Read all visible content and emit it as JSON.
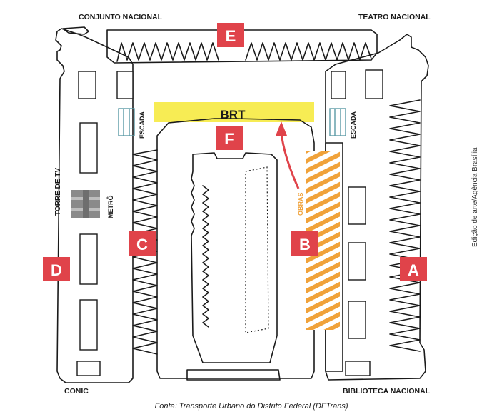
{
  "labels": {
    "conjunto_nacional": "CONJUNTO NACIONAL",
    "teatro_nacional": "TEATRO NACIONAL",
    "conic": "CONIC",
    "biblioteca_nacional": "BIBLIOTECA NACIONAL",
    "torre_de_tv": "TORRE DE TV",
    "metro": "METRÔ",
    "escada_left": "ESCADA",
    "escada_right": "ESCADA",
    "obras": "OBRAS",
    "brt": "BRT",
    "source": "Fonte: Transporte Urbano do Distrito Federal (DFTrans)",
    "credit": "Edição de arte/Agência Brasília"
  },
  "markers": {
    "a": "A",
    "b": "B",
    "c": "C",
    "d": "D",
    "e": "E",
    "f": "F"
  },
  "colors": {
    "marker": "#e0434a",
    "brt_band": "#f7ec54",
    "obras": "#f0a23a",
    "metro": "#8a8a8a",
    "escada": "#5a9aa6"
  }
}
